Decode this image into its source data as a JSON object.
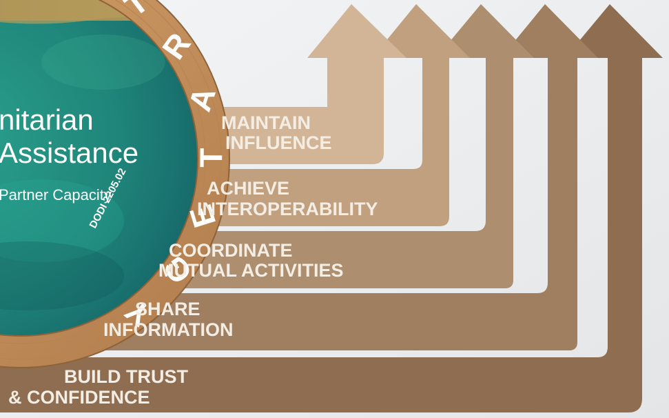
{
  "diagram": {
    "globe": {
      "title_line1": "nitarian",
      "title_line2": "Assistance",
      "subtitle": "Partner Capacity",
      "reference": "DODI 2205.02"
    },
    "ring_label": "STRATEGY",
    "steps": [
      {
        "line1": "MAINTAIN",
        "line2": "INFLUENCE"
      },
      {
        "line1": "ACHIEVE",
        "line2": "INTEROPERABILITY"
      },
      {
        "line1": "COORDINATE",
        "line2": "MUTUAL ACTIVITIES"
      },
      {
        "line1": "SHARE",
        "line2": "INFORMATION"
      },
      {
        "line1": "BUILD TRUST",
        "line2": "& CONFIDENCE"
      }
    ],
    "colors": {
      "step_1": "#d2b596",
      "step_2": "#c0a07e",
      "step_3": "#ad8e6e",
      "step_4": "#9f7f60",
      "step_5": "#8e6d51",
      "ring": "#c38f5c",
      "globe_sea": "#1f8a7c",
      "label_text": "#f4ede4"
    }
  }
}
